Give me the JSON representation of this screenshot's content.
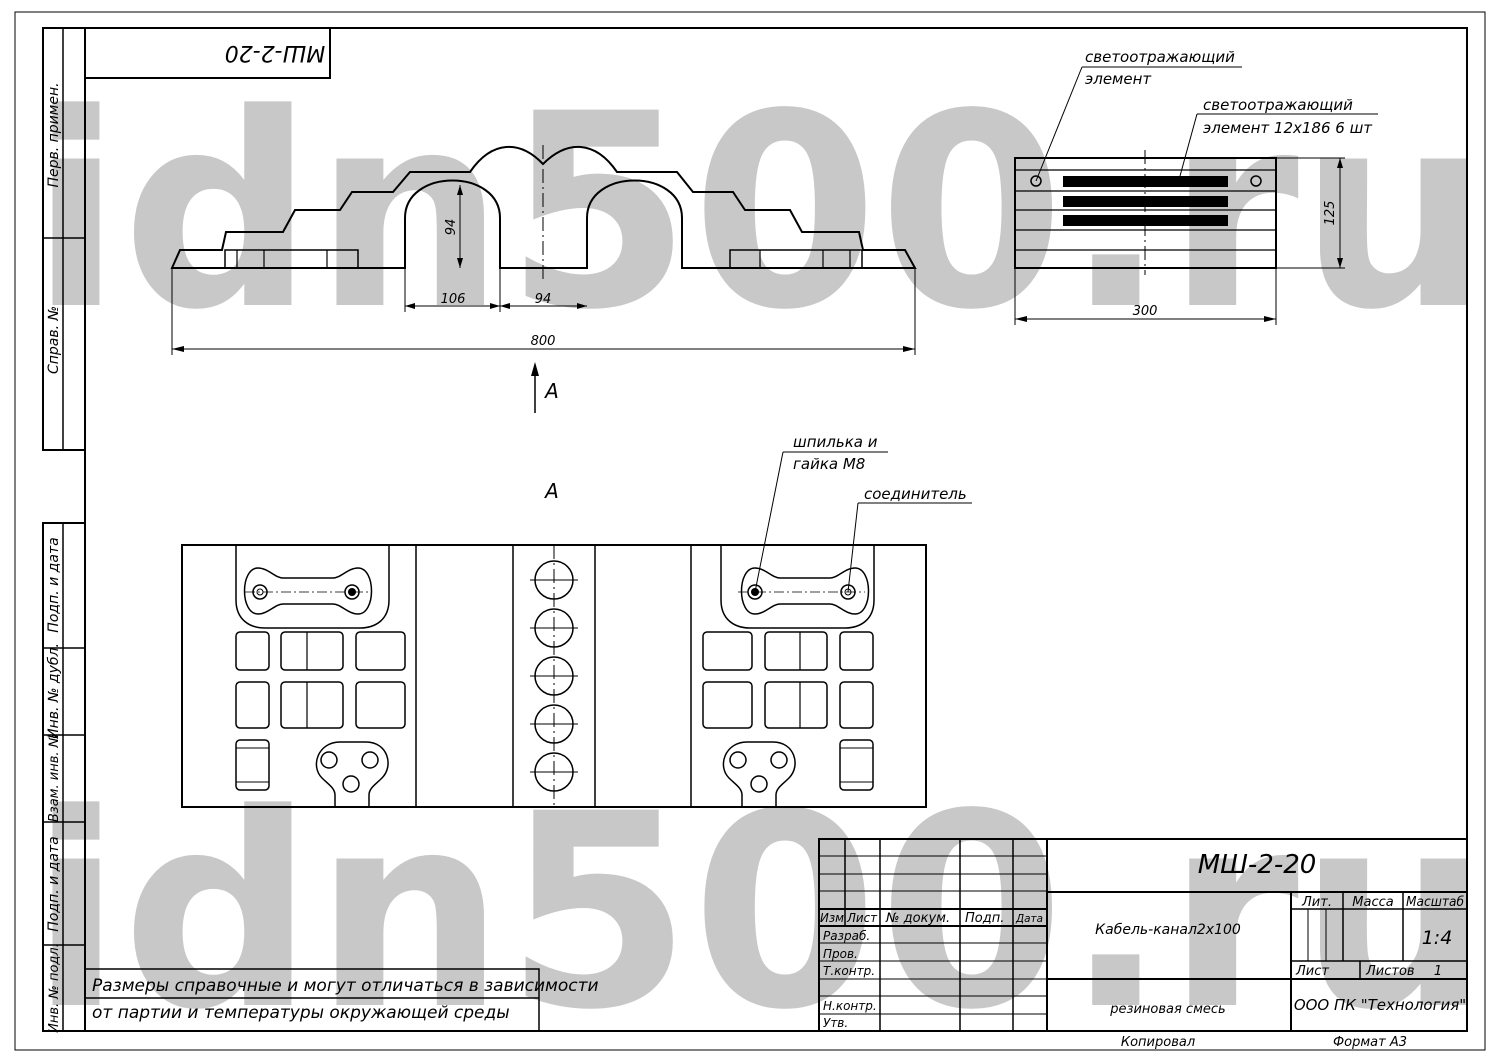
{
  "watermark": {
    "text": "idn500.ru",
    "color": "#c8c8c8"
  },
  "drawing_code_mirrored": "МШ-2-20",
  "side_stamp": {
    "perv_primen": "Перв. примен.",
    "sprav_no": "Справ. №",
    "podp_data_1": "Подп. и дата",
    "inv_dubl": "Инв. № дубл.",
    "vzam_inv": "Взам. инв. №",
    "podp_data_2": "Подп. и дата",
    "inv_podl": "Инв. № подл."
  },
  "front_view": {
    "dims": {
      "overall": "800",
      "slot_height": "94",
      "offset": "106",
      "half_center": "94"
    },
    "view_marker": "А"
  },
  "side_view": {
    "leader_1": [
      "светоотражающий",
      "элемент"
    ],
    "leader_2": [
      "светоотражающий",
      "элемент 12х186  6 шт"
    ],
    "dims": {
      "width": "300",
      "height": "125"
    }
  },
  "top_view": {
    "title": "А",
    "leader_stud": [
      "шпилька и",
      "гайка М8"
    ],
    "leader_connector": "соединитель"
  },
  "note": [
    "Размеры справочные и могут отличаться в зависимости",
    "от партии и температуры окружающей среды"
  ],
  "title_block": {
    "designation": "МШ-2-20",
    "name": "Кабель-канал2х100",
    "material": "резиновая смесь",
    "company": "ООО ПК \"Технология\"",
    "col_izm": "Изм",
    "col_list": "Лист",
    "col_dokum": "№ докум.",
    "col_podp": "Подп.",
    "col_data": "Дата",
    "row_razrab": "Разраб.",
    "row_prov": "Пров.",
    "row_tkontr": "Т.контр.",
    "row_nkontr": "Н.контр.",
    "row_utv": "Утв.",
    "lit": "Лит.",
    "massa": "Масса",
    "masshtab": "Масштаб",
    "scale": "1:4",
    "list": "Лист",
    "listov": "Листов",
    "listov_count": "1",
    "kopiroval": "Копировал",
    "format": "Формат  А3"
  }
}
